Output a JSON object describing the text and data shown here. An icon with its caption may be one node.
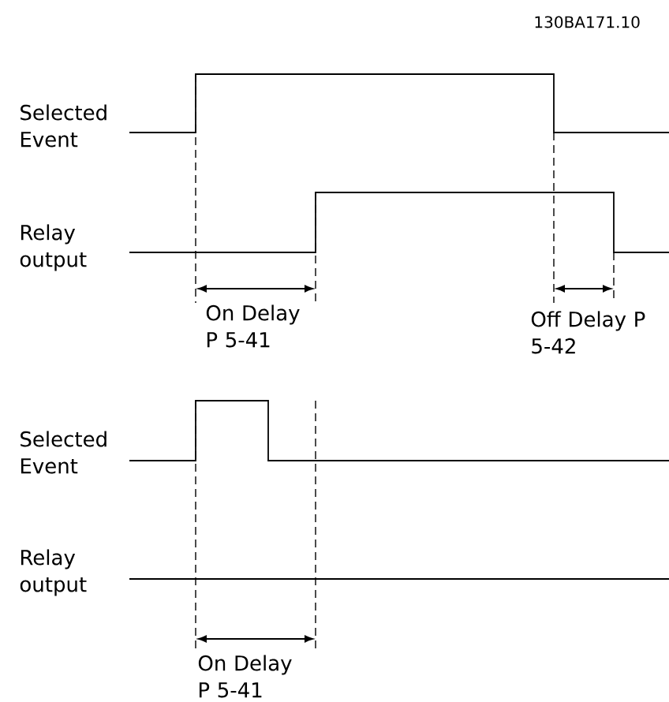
{
  "diagram": {
    "labels": [
      "130BA171.10",
      "Selected Event",
      "Relay output",
      "On Delay P 5-41",
      "Off Delay P 5-42",
      "Selected Event",
      "Relay output",
      "On Delay P 5-41"
    ]
  }
}
